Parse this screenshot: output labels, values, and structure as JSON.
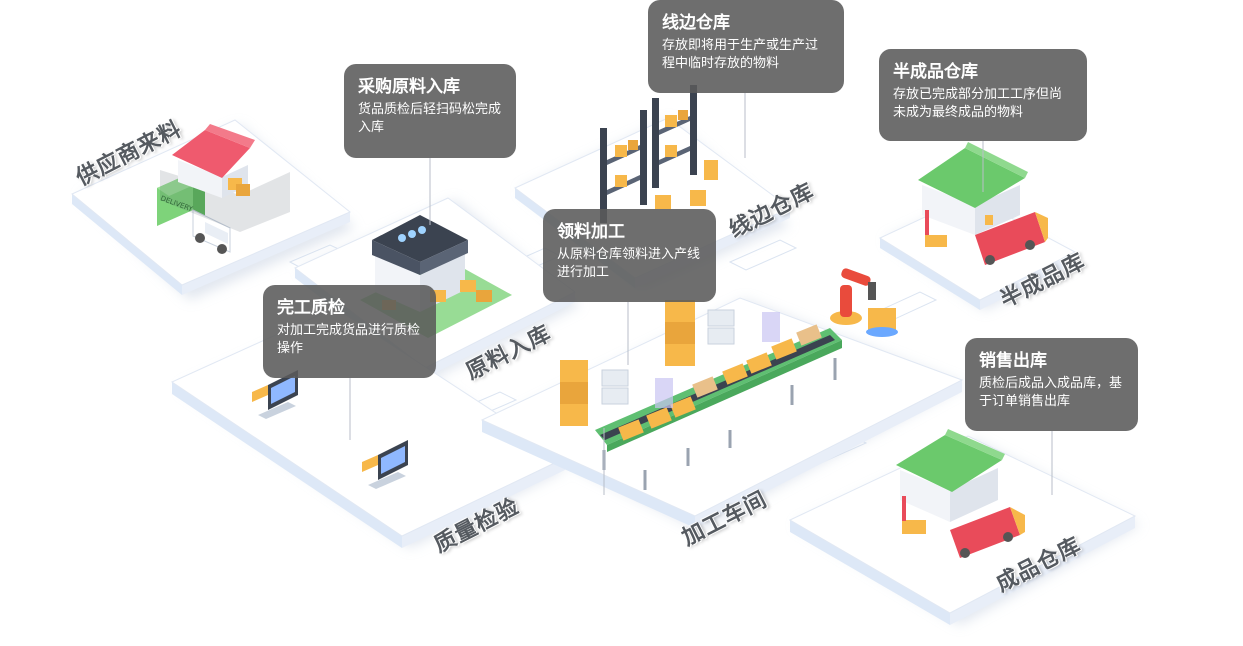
{
  "zones": {
    "supplier": "供应商来料",
    "raw": "原料入库",
    "line_side": "线边仓库",
    "semi": "半成品库",
    "quality": "质量检验",
    "workshop": "加工车间",
    "finished": "成品仓库"
  },
  "callouts": {
    "purchase": {
      "title": "采购原料入库",
      "desc": "货品质检后轻扫码松完成入库"
    },
    "line_side": {
      "title": "线边仓库",
      "desc": "存放即将用于生产或生产过程中临时存放的物料"
    },
    "semi": {
      "title": "半成品仓库",
      "desc": "存放已完成部分加工工序但尚未成为最终成品的物料"
    },
    "processing": {
      "title": "领料加工",
      "desc": "从原料仓库领料进入产线进行加工"
    },
    "qc": {
      "title": "完工质检",
      "desc": "对加工完成货品进行质检操作"
    },
    "sales": {
      "title": "销售出库",
      "desc": "质检后成品入成品库，基于订单销售出库"
    }
  },
  "truck_text": "DELIVERY",
  "colors": {
    "platform_top": "#ffffff",
    "platform_side": "#dde8f7",
    "roof_red": "#ef5a6e",
    "roof_green": "#6bc96c",
    "box": "#f7b84a",
    "conveyor": "#5fbf72",
    "robot": "#e94b3c",
    "truck_red": "#e94b5a",
    "truck_green": "#7ed37a",
    "callout_bg": "#5a5a5a"
  }
}
